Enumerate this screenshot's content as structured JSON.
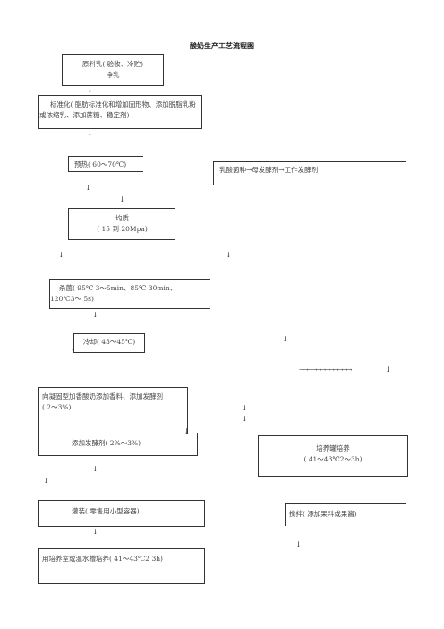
{
  "title": "酸奶生产工艺流程图",
  "steps": {
    "raw_milk_line1": "原料乳( 验收、冷贮)",
    "raw_milk_line2": "净乳",
    "standardize_line1": "标准化( 脂肪标准化和增加固形物、添加脱脂乳粉",
    "standardize_line2": "或浓缩乳、添加蔗糖、稳定剂)",
    "preheat": "预热( 60～70℃)",
    "starter": "乳酸菌种→母发酵剂→工作发酵剂",
    "homogenize_line1": "均质",
    "homogenize_line2": "( 15 到 20Mpa)",
    "sterilize_line1": "杀菌( 95℃  3～5min、85℃  30min、",
    "sterilize_line2": "120℃3～  5s)",
    "cool": "冷却( 43～45℃)",
    "set_yogurt_line1": "向凝固型加香酸奶添加香料、添加发酵剂",
    "set_yogurt_line2": "( 2～3%)",
    "add_starter": "添加发酵剂( 2%～3%)",
    "tank_culture_line1": "培养罐培养",
    "tank_culture_line2": "( 41～43℃2～3h)",
    "fill": "灌装(  零售用小型容器)",
    "stir": "搅拌(  添加果料或果酱)",
    "incubate": "用培养室或温水槽培养( 41～43℃2   3h)"
  },
  "arrows": {
    "down": "↓",
    "right_chain": "→→→→→→→→→→→→"
  }
}
